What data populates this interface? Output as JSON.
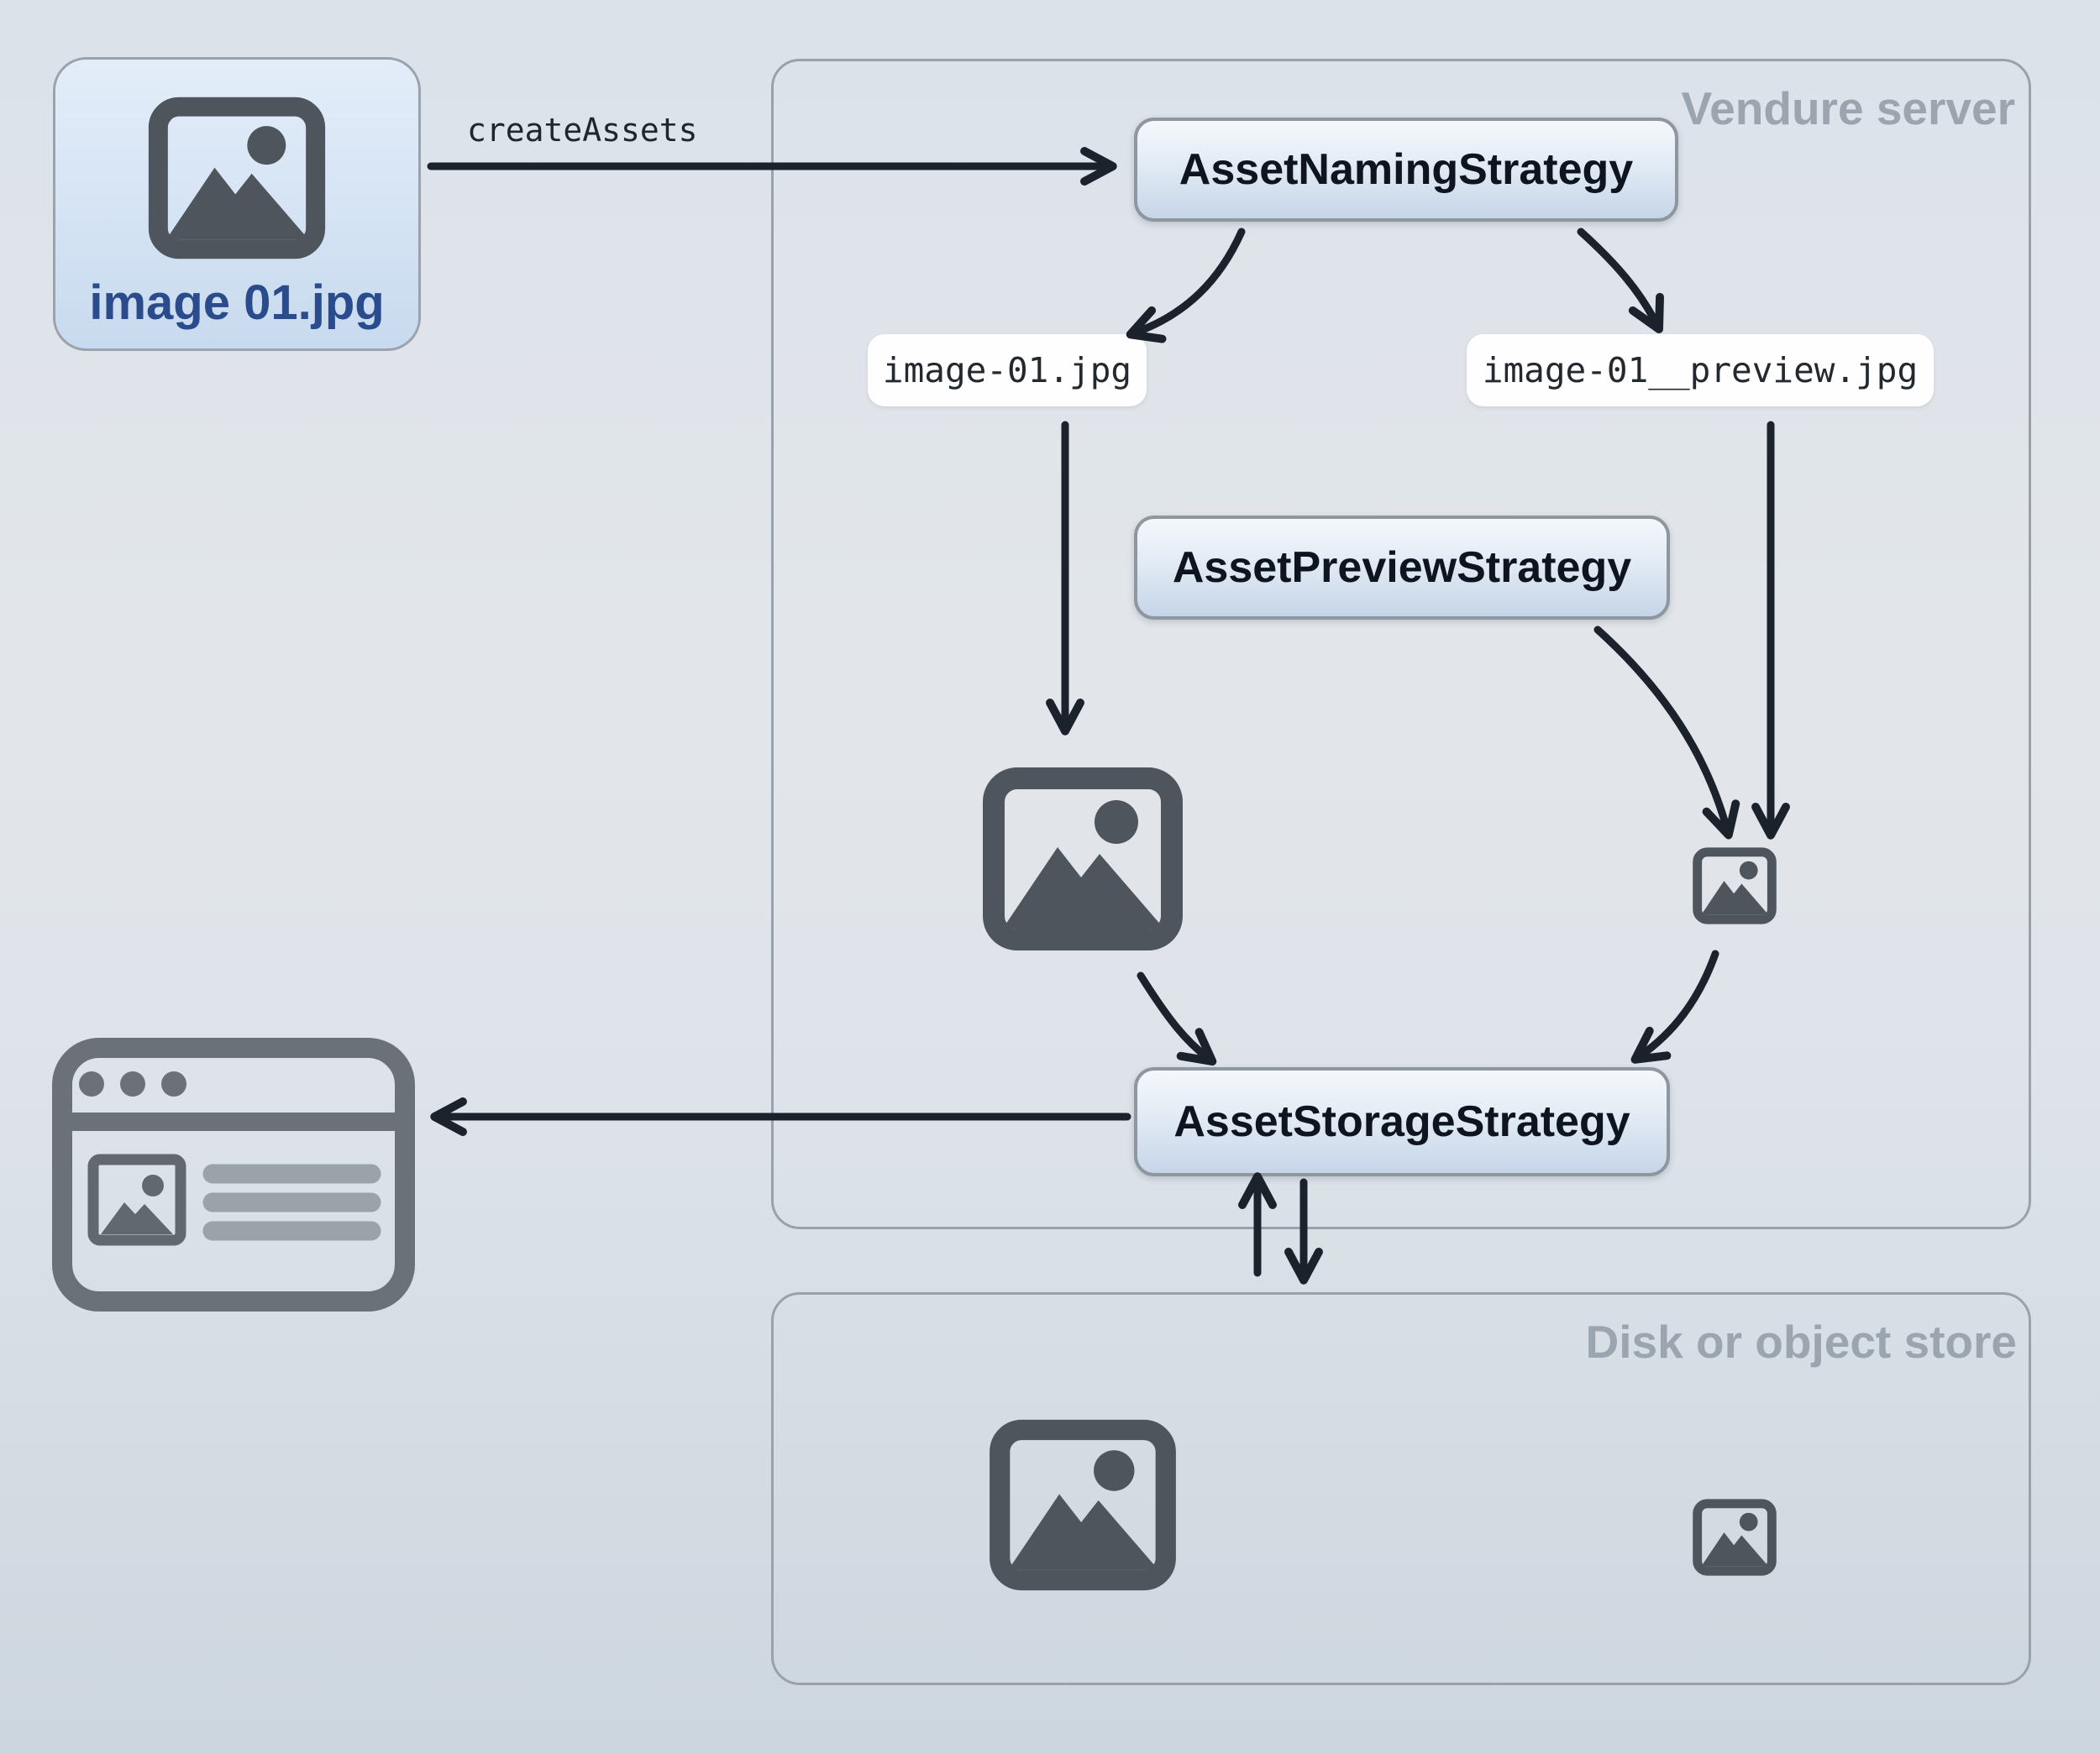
{
  "upload": {
    "filename": "image 01.jpg"
  },
  "flow": {
    "create_assets_label": "createAssets"
  },
  "vendure_server": {
    "label": "Vendure server",
    "naming_strategy_label": "AssetNamingStrategy",
    "preview_strategy_label": "AssetPreviewStrategy",
    "storage_strategy_label": "AssetStorageStrategy",
    "source_filename": "image-01.jpg",
    "preview_filename": "image-01__preview.jpg"
  },
  "disk_store": {
    "label": "Disk or object store"
  },
  "colors": {
    "arrow": "#1c222c",
    "strategy_box_border": "#8e979f",
    "strategy_box_text": "#0e1520",
    "filename_pill_bg": "#fefefe",
    "upload_label_text": "#2a4c8d",
    "container_border": "#99a2ab",
    "container_label_text": "#9aa5b0",
    "image_icon": "#4e555c",
    "browser_icon": "#6a7179",
    "browser_text_lines": "#9aa2aa"
  }
}
